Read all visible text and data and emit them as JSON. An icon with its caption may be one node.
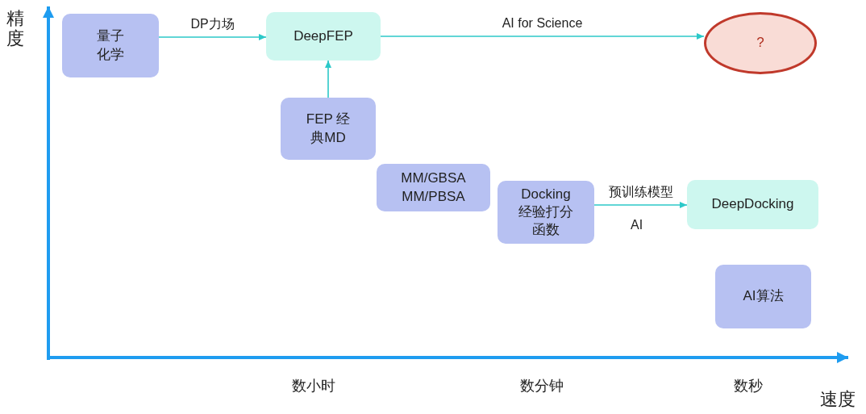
{
  "diagram": {
    "nodes": [
      {
        "text": [
          "量子化学"
        ]
      },
      {
        "text": [
          "DeepFEP"
        ]
      },
      {
        "text": [
          "?"
        ]
      },
      {
        "text": [
          "FEP 经典MD"
        ]
      },
      {
        "text": [
          "MM/GBSA MM/PBSA"
        ]
      },
      {
        "text": [
          "Docking 经验打分函数"
        ]
      },
      {
        "text": [
          "DeepDocking"
        ]
      },
      {
        "text": [
          "AI算法"
        ]
      }
    ],
    "edges": [
      {
        "from": 0,
        "to": 1,
        "arrow": "to",
        "label": "DP力场"
      },
      {
        "from": 3,
        "to": 1,
        "arrow": "to"
      },
      {
        "from": 1,
        "to": 2,
        "arrow": "to",
        "label": "AI for Science"
      },
      {
        "from": 5,
        "to": 6,
        "arrow": "to",
        "label": "预训练模型"
      }
    ],
    "labels": [
      "精度",
      "速度",
      "数小时",
      "数分钟",
      "数秒",
      "AI"
    ]
  }
}
